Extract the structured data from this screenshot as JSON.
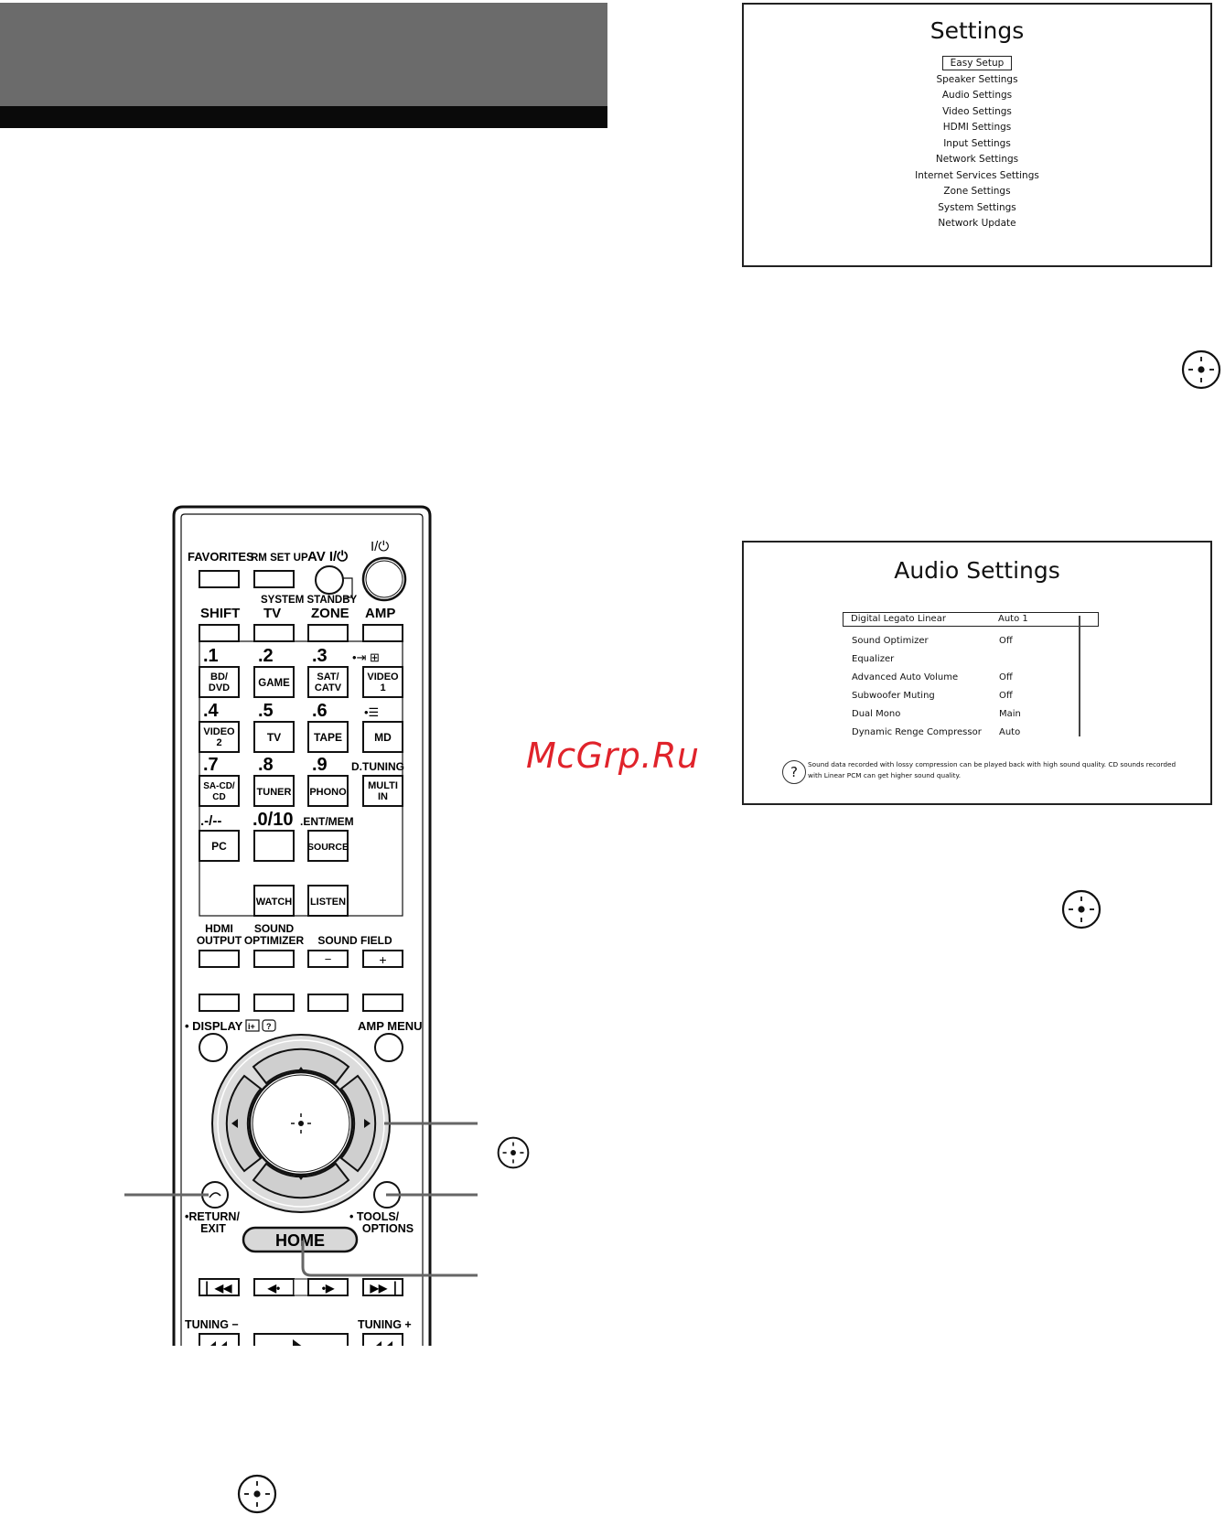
{
  "settings_panel": {
    "title": "Settings",
    "items": [
      "Easy Setup",
      "Speaker Settings",
      "Audio Settings",
      "Video Settings",
      "HDMI Settings",
      "Input Settings",
      "Network Settings",
      "Internet Services Settings",
      "Zone Settings",
      "System Settings",
      "Network Update"
    ],
    "selected_index": 0
  },
  "audio_panel": {
    "title": "Audio Settings",
    "rows": [
      {
        "label": "Digital Legato Linear",
        "value": "Auto 1"
      },
      {
        "label": "Sound Optimizer",
        "value": "Off"
      },
      {
        "label": "Equalizer",
        "value": ""
      },
      {
        "label": "Advanced Auto Volume",
        "value": "Off"
      },
      {
        "label": "Subwoofer Muting",
        "value": "Off"
      },
      {
        "label": "Dual Mono",
        "value": "Main"
      },
      {
        "label": "Dynamic Renge Compressor",
        "value": "Auto"
      }
    ],
    "hint_icon": "?",
    "hint_line1": "Sound data recorded with lossy compression can be played back with high sound quality. CD sounds recorded",
    "hint_line2": "with Linear PCM can get higher sound quality."
  },
  "watermark": "McGrp.Ru",
  "remote": {
    "favorites": "FAVORITES",
    "rm_setup": "RM SET UP",
    "av_power": "AV I/⏻",
    "power": "I/⏻",
    "system_standby": "SYSTEM STANDBY",
    "shift": "SHIFT",
    "tv": "TV",
    "zone": "ZONE",
    "amp": "AMP",
    "num1": ".1",
    "num2": ".2",
    "num3": ".3",
    "num4": ".4",
    "num5": ".5",
    "num6": ".6",
    "num7": ".7",
    "num8": ".8",
    "num9": ".9",
    "num0": ".0/10",
    "dash": ".-/--",
    "ent_mem": ".ENT/MEM",
    "d_tuning": "D.TUNING",
    "bd_dvd_1": "BD/",
    "bd_dvd_2": "DVD",
    "game": "GAME",
    "sat_1": "SAT/",
    "sat_2": "CATV",
    "video1_1": "VIDEO",
    "video1_2": "1",
    "video2_1": "VIDEO",
    "video2_2": "2",
    "tv_btn": "TV",
    "tape": "TAPE",
    "md": "MD",
    "sacd_1": "SA-CD/",
    "sacd_2": "CD",
    "tuner": "TUNER",
    "phono": "PHONO",
    "multi_1": "MULTI",
    "multi_2": "IN",
    "pc": "PC",
    "source": "SOURCE",
    "watch": "WATCH",
    "listen": "LISTEN",
    "hdmi_output_1": "HDMI",
    "hdmi_output_2": "OUTPUT",
    "sound_opt_1": "SOUND",
    "sound_opt_2": "OPTIMIZER",
    "sound_field": "SOUND FIELD",
    "minus": "−",
    "plus": "+",
    "display": "• DISPLAY",
    "amp_menu": "AMP MENU",
    "return_1": "•RETURN/",
    "return_2": "EXIT",
    "tools_1": "• TOOLS/",
    "tools_2": "OPTIONS",
    "home": "HOME",
    "tuning_minus": "TUNING −",
    "tuning_plus": "TUNING +"
  }
}
